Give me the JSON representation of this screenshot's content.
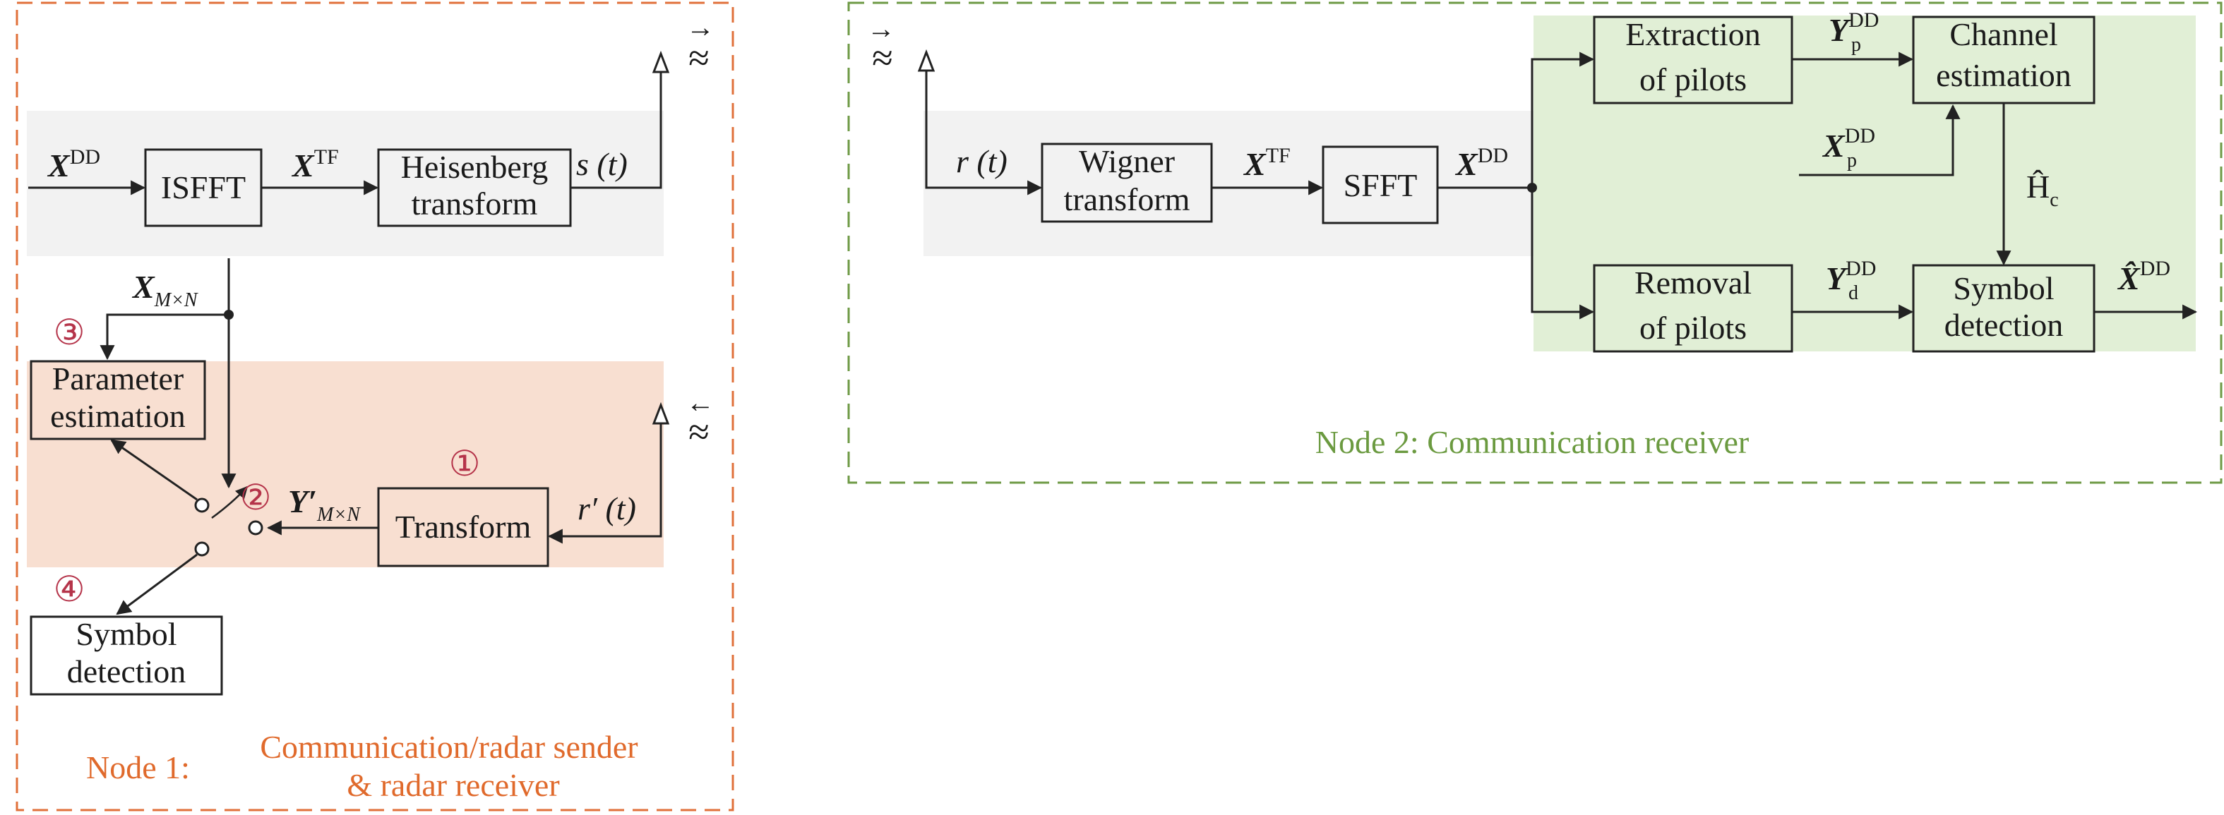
{
  "colors": {
    "node1_frame": "#e0703a",
    "node1_label": "#e06a2c",
    "node1_band": "#f8dfd1",
    "node2_frame": "#6e9a45",
    "node2_label": "#6b9a40",
    "node2_band": "#e1efd6",
    "gray_band": "#f2f2f2",
    "green_block": "#e3f0d8",
    "orange_block": "#f8dfd1",
    "step_marker": "#b5344a"
  },
  "node1": {
    "label_prefix": "Node 1:",
    "label_line1": "Communication/radar sender",
    "label_line2": "& radar receiver",
    "blocks": {
      "isfft": "ISFFT",
      "heisenberg_line1": "Heisenberg",
      "heisenberg_line2": "transform",
      "param_line1": "Parameter",
      "param_line2": "estimation",
      "transform": "Transform",
      "symdet_line1": "Symbol",
      "symdet_line2": "detection"
    },
    "signals": {
      "x_dd": "X",
      "x_dd_sup": "DD",
      "x_tf": "X",
      "x_tf_sup": "TF",
      "s_t": "s (t)",
      "x_mn": "X",
      "x_mn_sub": "M×N",
      "y_mn": "Y′",
      "y_mn_sub": "M×N",
      "r_prime_t": "r′ (t)"
    },
    "steps": [
      "①",
      "②",
      "③",
      "④"
    ],
    "antenna_arrows": [
      "→",
      "←"
    ]
  },
  "node2": {
    "label": "Node 2: Communication receiver",
    "blocks": {
      "wigner_line1": "Wigner",
      "wigner_line2": "transform",
      "sfft": "SFFT",
      "extract_line1": "Extraction",
      "extract_line2": "of pilots",
      "channel_line1": "Channel",
      "channel_line2": "estimation",
      "removal_line1": "Removal",
      "removal_line2": "of pilots",
      "symdet_line1": "Symbol",
      "symdet_line2": "detection"
    },
    "signals": {
      "r_t": "r (t)",
      "x_tf": "X",
      "x_tf_sup": "TF",
      "x_dd": "X",
      "x_dd_sup": "DD",
      "y_p": "Y",
      "y_p_sup": "DD",
      "y_p_sub": "p",
      "x_p": "X",
      "x_p_sup": "DD",
      "x_p_sub": "p",
      "h_c": "Ĥ",
      "h_c_sub": "c",
      "y_d": "Y",
      "y_d_sup": "DD",
      "y_d_sub": "d",
      "x_hat": "X̂",
      "x_hat_sup": "DD"
    },
    "antenna_arrow": "→"
  }
}
